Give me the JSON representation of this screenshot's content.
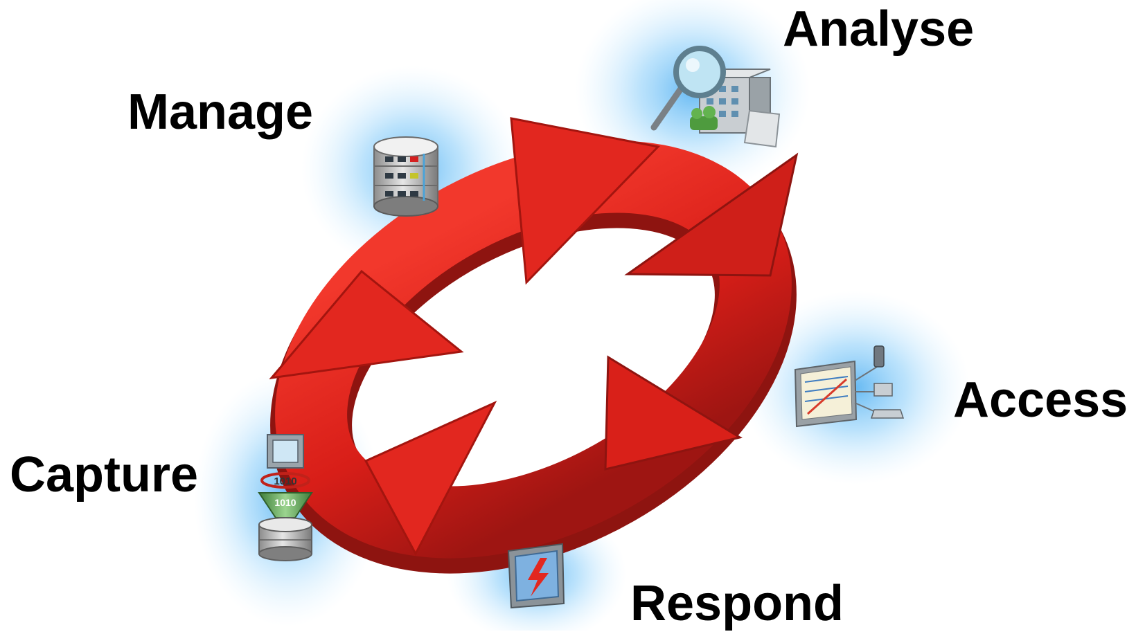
{
  "stages": {
    "analyse": {
      "label": "Analyse",
      "icon": "magnifier-building-icon"
    },
    "manage": {
      "label": "Manage",
      "icon": "database-icon"
    },
    "access": {
      "label": "Access",
      "icon": "monitor-devices-icon"
    },
    "capture": {
      "label": "Capture",
      "icon": "data-funnel-icon"
    },
    "respond": {
      "label": "Respond",
      "icon": "alert-panel-icon"
    }
  },
  "colors": {
    "arrow": "#e0241d",
    "arrow_dark": "#9e1512",
    "glow": "#5fb6f2"
  }
}
